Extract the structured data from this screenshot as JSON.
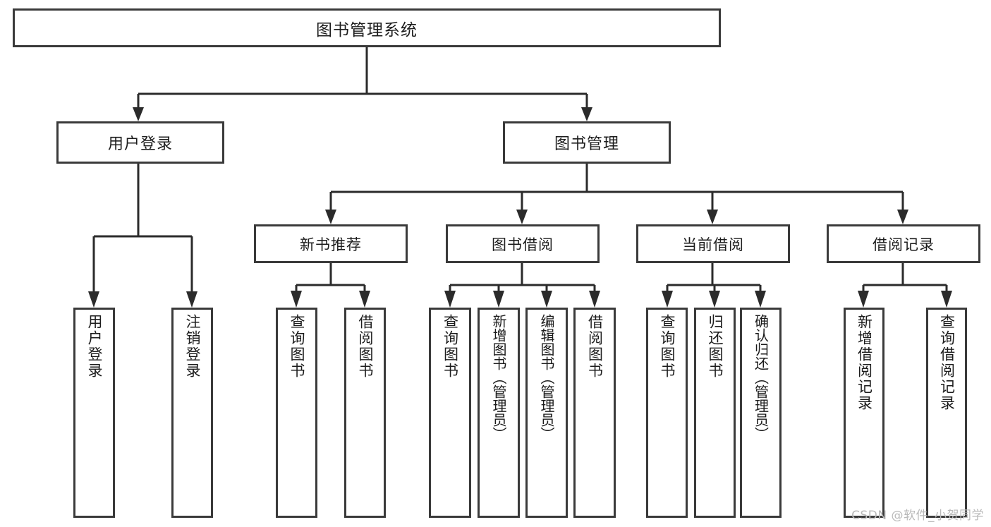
{
  "diagram": {
    "title": "图书管理系统",
    "watermark": "CSDN @软件_小贺同学",
    "colors": {
      "background": "#ffffff",
      "border": "#3a3a3a",
      "connector": "#2b2b2b",
      "text": "#1c1c1c",
      "watermark": "#b9b9b9"
    },
    "root": {
      "label": "图书管理系统"
    },
    "level2": [
      {
        "label": "用户登录"
      },
      {
        "label": "图书管理"
      }
    ],
    "level3": [
      {
        "label": "新书推荐"
      },
      {
        "label": "图书借阅"
      },
      {
        "label": "当前借阅"
      },
      {
        "label": "借阅记录"
      }
    ],
    "leaves": {
      "user_login": [
        {
          "label": "用户登录"
        },
        {
          "label": "注销登录"
        }
      ],
      "new_book_recommend": [
        {
          "label": "查询图书"
        },
        {
          "label": "借阅图书"
        }
      ],
      "book_borrow": [
        {
          "label": "查询图书"
        },
        {
          "label": "新增图书（管理员）"
        },
        {
          "label": "编辑图书（管理员）"
        },
        {
          "label": "借阅图书"
        }
      ],
      "current_borrow": [
        {
          "label": "查询图书"
        },
        {
          "label": "归还图书"
        },
        {
          "label": "确认归还（管理员）"
        }
      ],
      "borrow_record": [
        {
          "label": "新增借阅记录"
        },
        {
          "label": "查询借阅记录"
        }
      ]
    }
  }
}
